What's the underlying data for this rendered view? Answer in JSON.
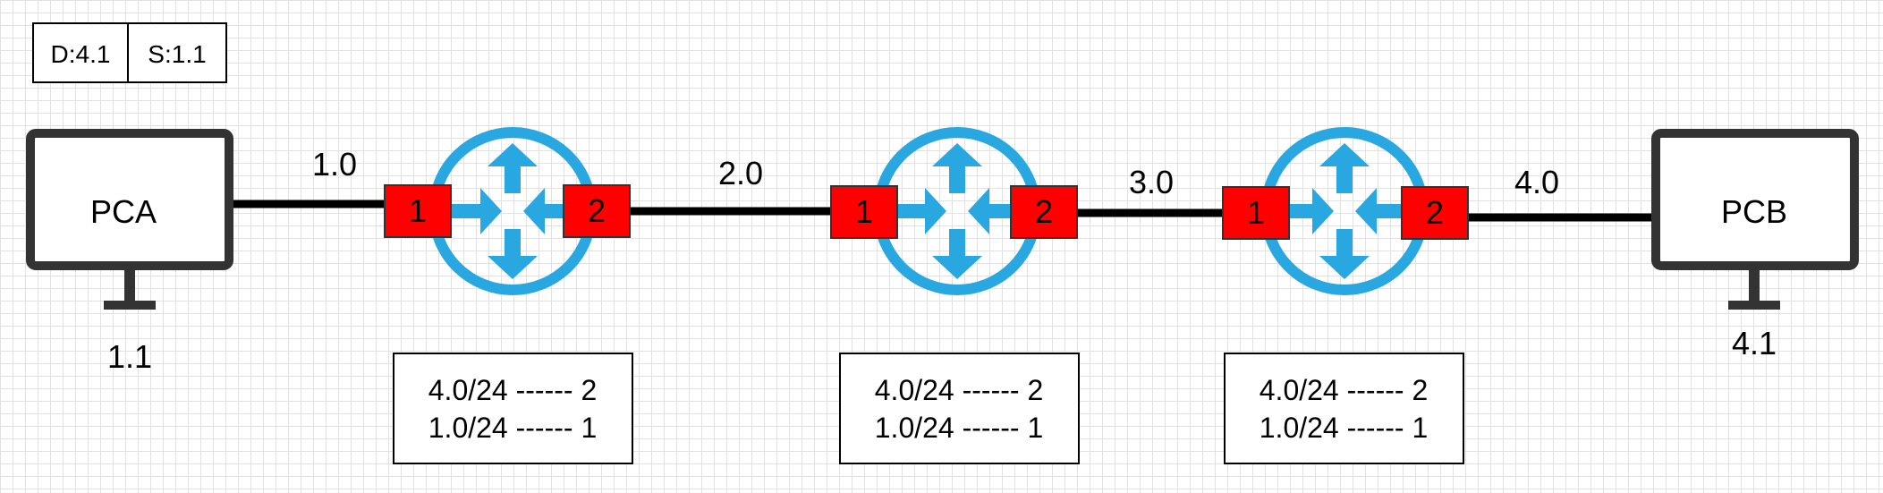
{
  "packet_header": {
    "destination": "D:4.1",
    "source": "S:1.1"
  },
  "hosts": [
    {
      "name": "PCA",
      "address": "1.1"
    },
    {
      "name": "PCB",
      "address": "4.1"
    }
  ],
  "networks": [
    "1.0",
    "2.0",
    "3.0",
    "4.0"
  ],
  "routers": [
    {
      "port_left": "1",
      "port_right": "2",
      "routes": [
        "4.0/24 ------ 2",
        "1.0/24 ------ 1"
      ]
    },
    {
      "port_left": "1",
      "port_right": "2",
      "routes": [
        "4.0/24 ------ 2",
        "1.0/24 ------ 1"
      ]
    },
    {
      "port_left": "1",
      "port_right": "2",
      "routes": [
        "4.0/24 ------ 2",
        "1.0/24 ------ 1"
      ]
    }
  ],
  "colors": {
    "router": "#29a7e1",
    "port": "#ff0000",
    "line": "#000000",
    "device": "#333333"
  },
  "icons": {
    "router": "router-icon",
    "host": "monitor-icon"
  }
}
